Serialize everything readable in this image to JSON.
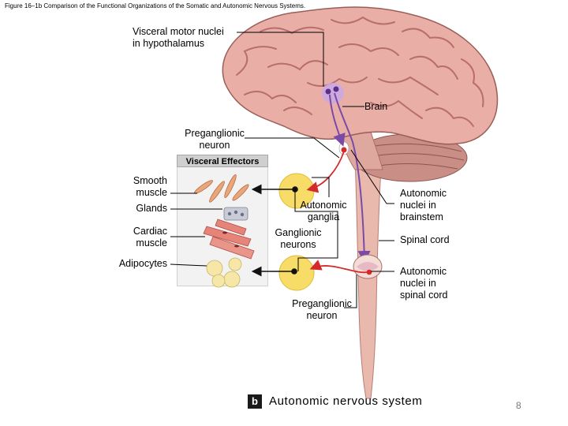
{
  "figure_title": "Figure 16–1b Comparison of the Functional Organizations of the Somatic and Autonomic Nervous Systems.",
  "labels": {
    "visceral_motor_line1": "Visceral motor nuclei",
    "visceral_motor_line2": "in hypothalamus",
    "brain": "Brain",
    "preganglionic_top_line1": "Preganglionic",
    "preganglionic_top_line2": "neuron",
    "visceral_effectors": "Visceral Effectors",
    "smooth_line1": "Smooth",
    "smooth_line2": "muscle",
    "glands": "Glands",
    "cardiac_line1": "Cardiac",
    "cardiac_line2": "muscle",
    "adipocytes": "Adipocytes",
    "autonomic_ganglia_line1": "Autonomic",
    "autonomic_ganglia_line2": "ganglia",
    "ganglionic_line1": "Ganglionic",
    "ganglionic_line2": "neurons",
    "brainstem_line1": "Autonomic",
    "brainstem_line2": "nuclei in",
    "brainstem_line3": "brainstem",
    "spinal_cord": "Spinal cord",
    "spinal_nuclei_line1": "Autonomic",
    "spinal_nuclei_line2": "nuclei in",
    "spinal_nuclei_line3": "spinal cord",
    "preganglionic_bottom_line1": "Preganglionic",
    "preganglionic_bottom_line2": "neuron"
  },
  "caption": {
    "letter": "b",
    "text": "Autonomic nervous system"
  },
  "page_number": "8",
  "colors": {
    "brain": "#e9aea6",
    "brain_gyri": "#b86e69",
    "cerebellum": "#c98f86",
    "spinal_cord": "#eab9ae",
    "neuron_purple": "#7a4aa8",
    "neuron_red": "#d52a2a",
    "ganglion": "#f7dd68",
    "leader_line": "#000000"
  }
}
